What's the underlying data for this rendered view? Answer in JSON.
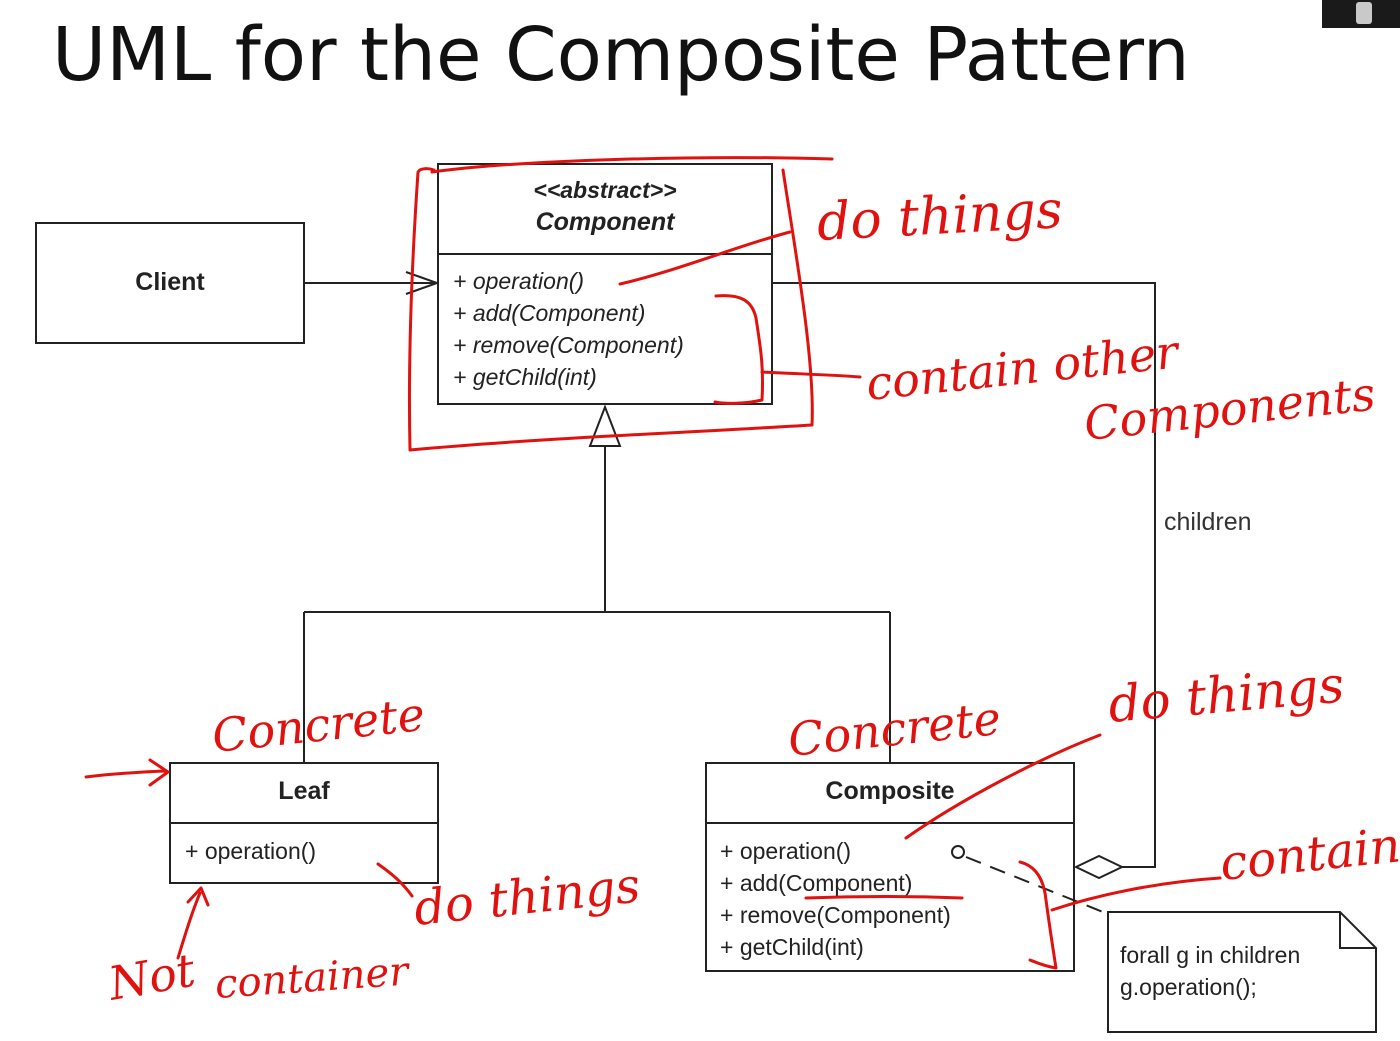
{
  "slide": {
    "title": "UML for the Composite Pattern"
  },
  "classes": {
    "client": {
      "name": "Client"
    },
    "component": {
      "stereotype": "<<abstract>>",
      "name": "Component",
      "methods": [
        "+ operation()",
        "+ add(Component)",
        "+ remove(Component)",
        "+ getChild(int)"
      ]
    },
    "leaf": {
      "name": "Leaf",
      "methods": [
        "+ operation()"
      ]
    },
    "composite": {
      "name": "Composite",
      "methods": [
        "+ operation()",
        "+ add(Component)",
        "+ remove(Component)",
        "+ getChild(int)"
      ]
    }
  },
  "association": {
    "label": "children"
  },
  "note": {
    "lines": [
      "forall g in children",
      "g.operation();"
    ]
  },
  "annotations": {
    "do_things_top": "do things",
    "contain_line1": "contain other",
    "contain_line2": "Components",
    "concrete_leaf": "Concrete",
    "concrete_composite": "Concrete",
    "do_things_composite": "do things",
    "contain_composite": "contain",
    "do_things_leaf": "do things",
    "not_label": "Not",
    "container_label": "container"
  },
  "colors": {
    "ink": "#e0120f",
    "uml_line": "#222222",
    "text": "#111111"
  }
}
